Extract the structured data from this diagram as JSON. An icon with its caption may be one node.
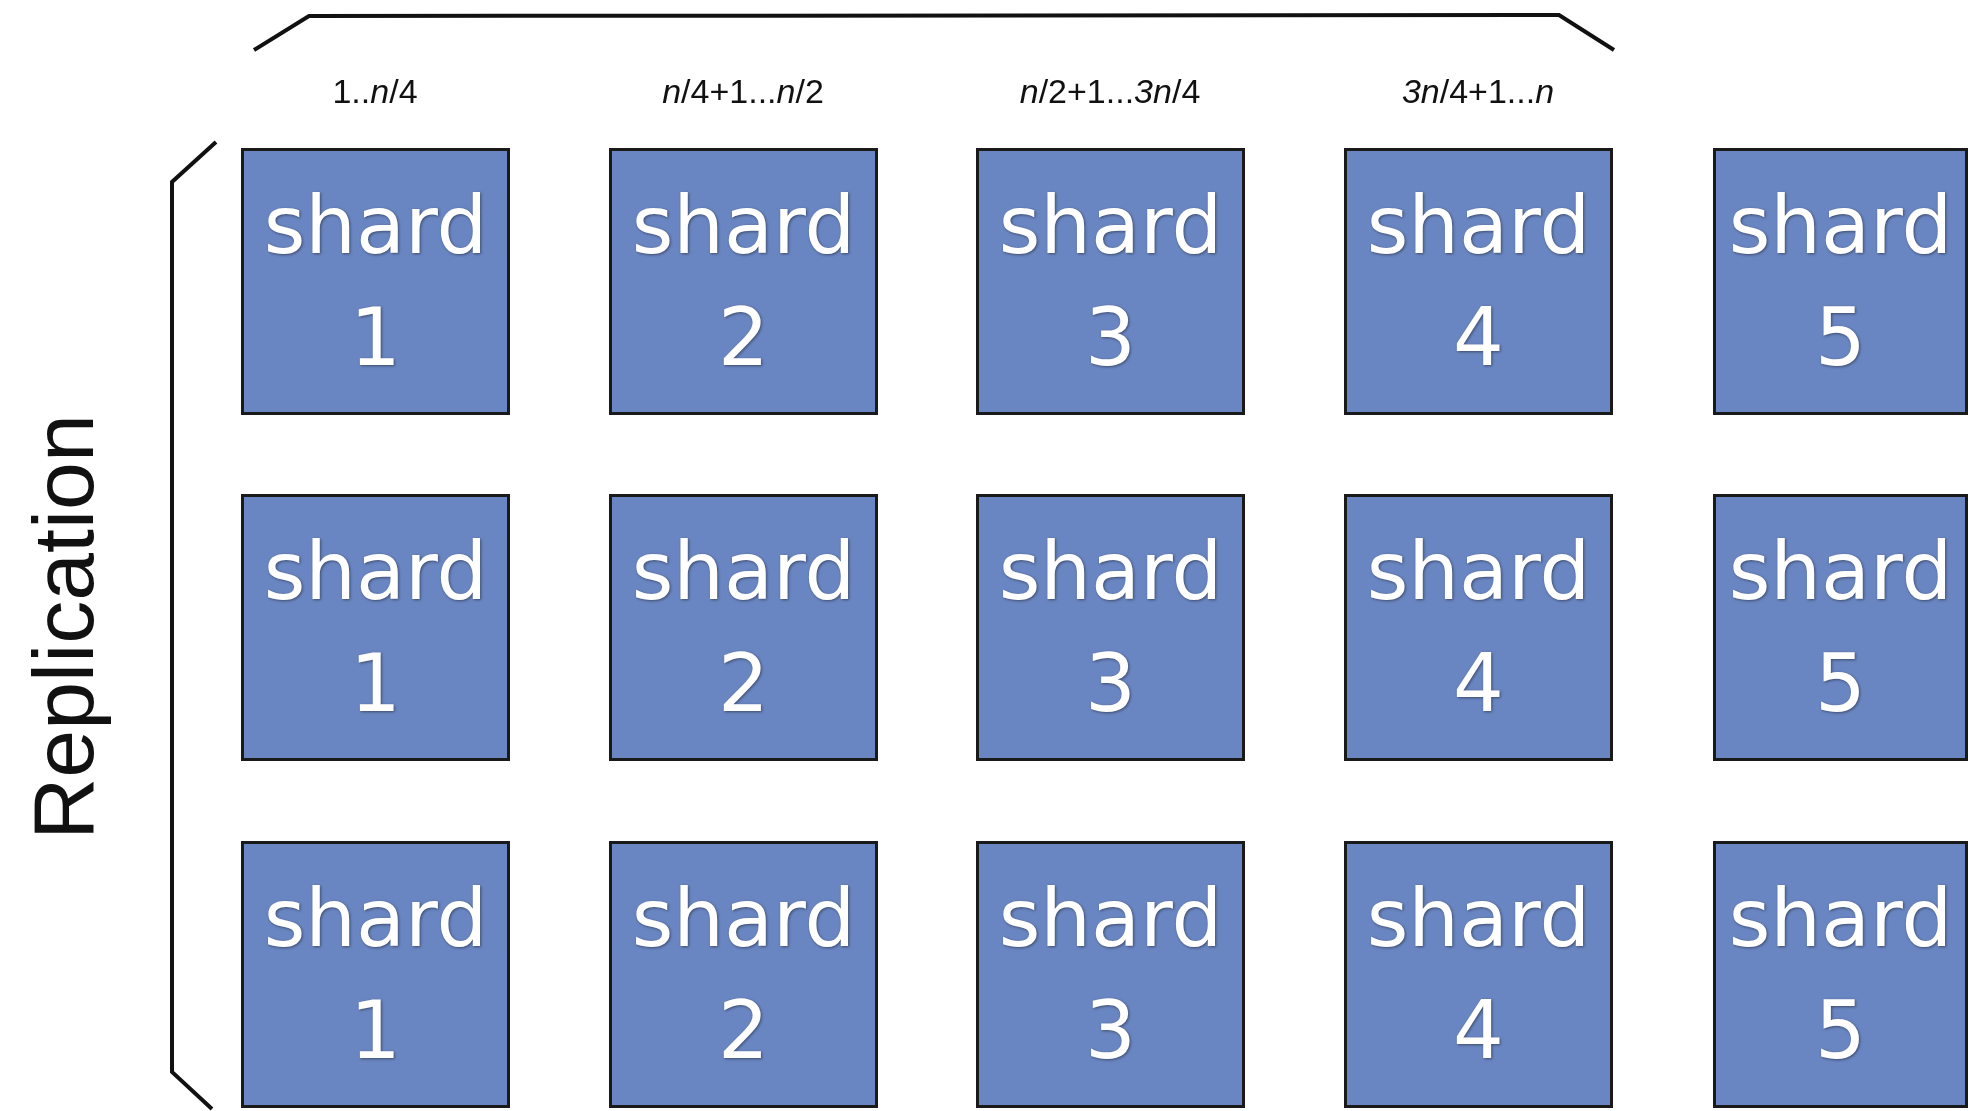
{
  "diagram": {
    "nodes": [
      {
        "text": [
          "shard 1"
        ]
      },
      {
        "text": [
          "shard 2"
        ]
      },
      {
        "text": [
          "shard 3"
        ]
      },
      {
        "text": [
          "shard 4"
        ]
      },
      {
        "text": [
          "shard 5"
        ]
      },
      {
        "text": [
          "shard 1"
        ]
      },
      {
        "text": [
          "shard 2"
        ]
      },
      {
        "text": [
          "shard 3"
        ]
      },
      {
        "text": [
          "shard 4"
        ]
      },
      {
        "text": [
          "shard 5"
        ]
      },
      {
        "text": [
          "shard 1"
        ]
      },
      {
        "text": [
          "shard 2"
        ]
      },
      {
        "text": [
          "shard 3"
        ]
      },
      {
        "text": [
          "shard 4"
        ]
      },
      {
        "text": [
          "shard 5"
        ]
      }
    ],
    "labels": [
      "1..*n*/4",
      "*n*/4+1...*n*/2",
      "*n*/2+1...*3n*/4",
      "*3n*/4+1...*n*",
      "Replication"
    ]
  }
}
